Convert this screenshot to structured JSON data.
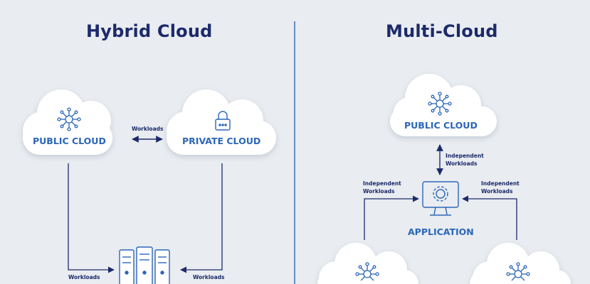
{
  "hybrid": {
    "title": "Hybrid Cloud",
    "public_cloud_label": "PUBLIC CLOUD",
    "private_cloud_label": "PRIVATE CLOUD",
    "workloads_top": "Workloads",
    "workloads_left": "Workloads",
    "workloads_right": "Workloads"
  },
  "multi": {
    "title": "Multi-Cloud",
    "public_cloud_label": "PUBLIC CLOUD",
    "independent_top_line1": "Independent",
    "independent_top_line2": "Workloads",
    "independent_left_line1": "Independent",
    "independent_left_line2": "Workloads",
    "independent_right_line1": "Independent",
    "independent_right_line2": "Workloads",
    "application_label": "APPLICATION"
  },
  "colors": {
    "background": "#e9ecf0",
    "cloud_fill": "#ffffff",
    "title": "#1c2a6b",
    "accent_blue": "#2c66b8",
    "divider": "#3a6fc0"
  }
}
